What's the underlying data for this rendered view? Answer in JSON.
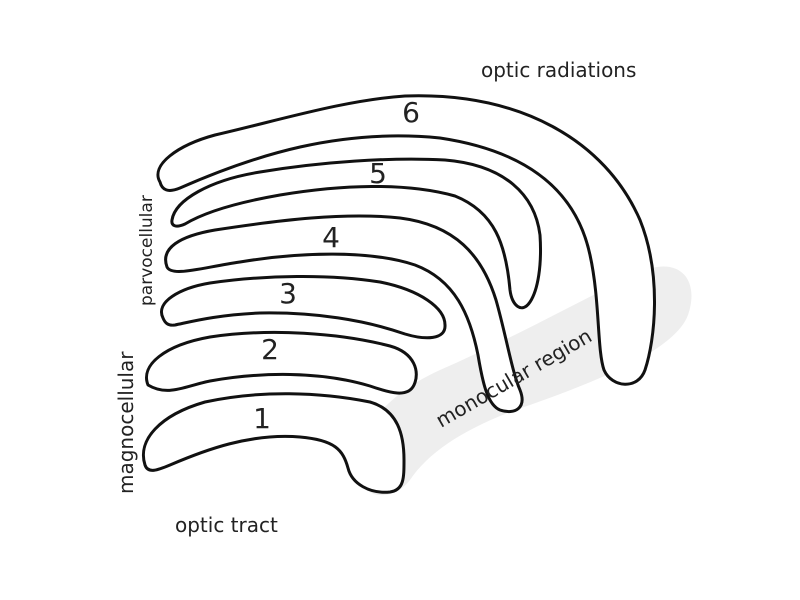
{
  "layers": [
    {
      "number": "1"
    },
    {
      "number": "2"
    },
    {
      "number": "3"
    },
    {
      "number": "4"
    },
    {
      "number": "5"
    },
    {
      "number": "6"
    }
  ],
  "labels": {
    "optic_radiations": "optic radiations",
    "optic_tract": "optic tract",
    "parvocellular": "parvocellular",
    "magnocellular": "magnocellular",
    "monocular_region": "monocular region"
  },
  "colors": {
    "outline": "#111111",
    "shade": "#eeeeee",
    "text": "#222222"
  }
}
